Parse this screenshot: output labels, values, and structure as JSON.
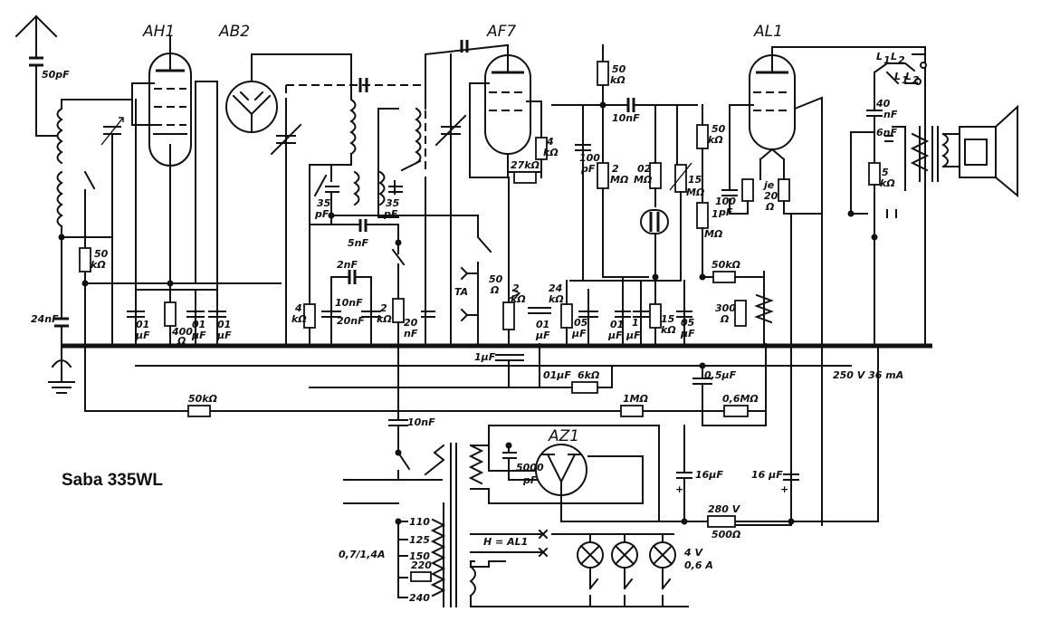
{
  "model_label": "Saba 335WL",
  "tubes": {
    "ah1": "AH1",
    "ab2": "AB2",
    "af7": "AF7",
    "al1": "AL1",
    "az1": "AZ1"
  },
  "labels": {
    "c_50pf": [
      "50pF"
    ],
    "r_50k_ant": [
      "50",
      "kΩ"
    ],
    "c_24nf": [
      "24nF"
    ],
    "c_01_a": [
      "01",
      "μF"
    ],
    "r_400": [
      "400",
      "Ω"
    ],
    "c_01_b": [
      "01",
      "μF"
    ],
    "c_01_c": [
      "01",
      "μF"
    ],
    "c_35_a": [
      "35",
      "pF"
    ],
    "c_35_b": [
      "35",
      "pF"
    ],
    "c_5nf": [
      "5nF"
    ],
    "c_2nf": [
      "2nF"
    ],
    "r_4k_left": [
      "4",
      "kΩ"
    ],
    "c_10nf_mid": [
      "10nF"
    ],
    "c_20nf": [
      "20nF"
    ],
    "r_2k_mid": [
      "2",
      "kΩ"
    ],
    "c_20nf_b": [
      "20",
      "nF"
    ],
    "ta": [
      "TA"
    ],
    "r_50_ta": [
      "50",
      "Ω"
    ],
    "r_2k_pot": [
      "2",
      "kΩ"
    ],
    "r_24k": [
      "24",
      "kΩ"
    ],
    "c_05_a": [
      "05",
      "μF"
    ],
    "c_01_d": [
      "01",
      "μF"
    ],
    "c_1uf": [
      "1μF"
    ],
    "c_01uf": [
      "01μF"
    ],
    "r_6k": [
      "6kΩ"
    ],
    "r_4k_af7": [
      "4",
      "kΩ"
    ],
    "r_27k": [
      "27kΩ"
    ],
    "c_100pf_a": [
      "100",
      "pF"
    ],
    "r_50k_af7": [
      "50",
      "kΩ"
    ],
    "c_10nf_top": [
      "10nF"
    ],
    "r_2m": [
      "2",
      "MΩ"
    ],
    "r_02m": [
      "02",
      "MΩ"
    ],
    "r_15m": [
      "15",
      "MΩ"
    ],
    "r_50k_al1": [
      "50",
      "kΩ"
    ],
    "r_1m": [
      "1",
      "MΩ"
    ],
    "c_100pf_b": [
      "100",
      "pF"
    ],
    "r_je20": [
      "je",
      "20",
      "Ω"
    ],
    "r_50k_h": [
      "50kΩ"
    ],
    "r_300": [
      "300",
      "Ω"
    ],
    "c_01_e": [
      "01",
      "μF"
    ],
    "c_1_f": [
      "1",
      "μF"
    ],
    "r_15k": [
      "15",
      "kΩ"
    ],
    "c_05_b": [
      "05",
      "μF"
    ],
    "c_05uf": [
      "0,5μF"
    ],
    "c_40nf": [
      "40",
      "nF"
    ],
    "c_6nf": [
      "6nF"
    ],
    "r_5k": [
      "5",
      "kΩ"
    ],
    "l1l2": [
      "L",
      "1",
      "L",
      "2",
      "L",
      "1",
      "L",
      "2"
    ],
    "b_250v": [
      "250 V 36 mA"
    ],
    "r_50k_bot": [
      "50kΩ"
    ],
    "r_1m_bot": [
      "1MΩ"
    ],
    "r_06m": [
      "0,6MΩ"
    ],
    "c_10nf_bot": [
      "10nF"
    ],
    "c_5000pf": [
      "5000",
      "pF"
    ],
    "c_16uf_a": [
      "16μF"
    ],
    "c_16uf_b": [
      "16 μF"
    ],
    "v_280": [
      "280 V"
    ],
    "r_500": [
      "500Ω"
    ],
    "taps": [
      "110",
      "125",
      "150",
      "220",
      "240"
    ],
    "fuse": [
      "0,7/1,4A"
    ],
    "heater": [
      "H = AL1"
    ],
    "lamps": [
      "4 V",
      "0,6 A"
    ],
    "plus_a": [
      "+"
    ],
    "plus_b": [
      "+"
    ]
  }
}
